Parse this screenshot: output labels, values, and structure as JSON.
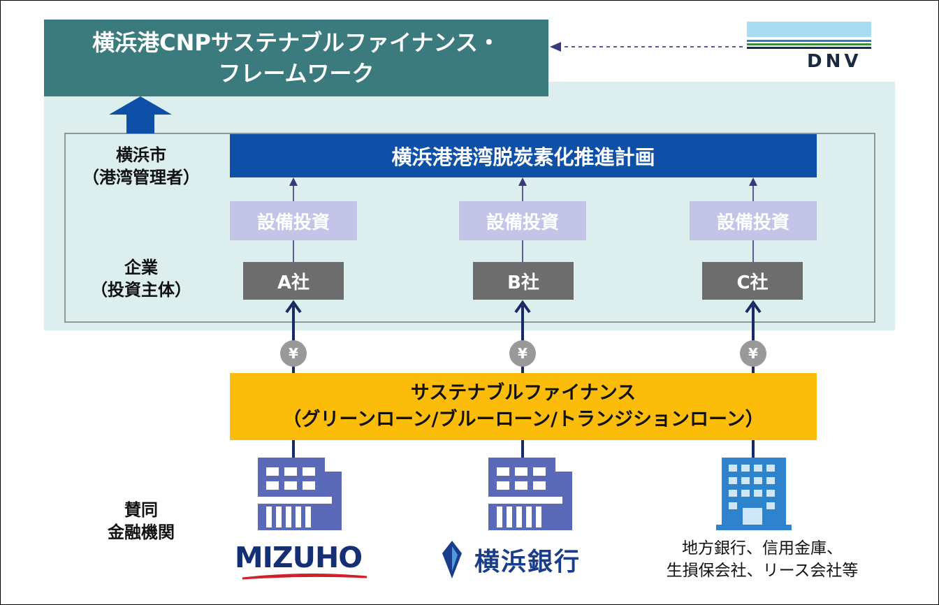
{
  "framework": {
    "line1": "横浜港CNPサステナブルファイナンス・",
    "line2": "フレームワーク"
  },
  "reviewer": {
    "name": "DNV"
  },
  "city": {
    "line1": "横浜市",
    "line2": "（港湾管理者）"
  },
  "plan": {
    "title": "横浜港港湾脱炭素化推進計画"
  },
  "investment_label": "設備投資",
  "companies_label": {
    "line1": "企業",
    "line2": "（投資主体）"
  },
  "companies": [
    "A社",
    "B社",
    "C社"
  ],
  "yen_symbol": "¥",
  "finance": {
    "line1": "サステナブルファイナンス",
    "line2": "（グリーンローン/ブルーローン/トランジションローン）"
  },
  "banks_label": {
    "line1": "賛同",
    "line2": "金融機関"
  },
  "banks": {
    "mizuho": "MIZUHO",
    "yokohama": "横浜銀行",
    "others_line1": "地方銀行、信用金庫、",
    "others_line2": "生損保会社、リース会社等"
  },
  "colors": {
    "framework": "#3c7b7d",
    "framework_bg": "#dceeee",
    "plan": "#0e50a8",
    "investment": "#c4c4e8",
    "company": "#6d6d6d",
    "finance": "#fbbd0a",
    "bank_icon": "#5a6ab8",
    "bank_icon_light": "#2f82cc",
    "arrow": "#1a2a66"
  }
}
